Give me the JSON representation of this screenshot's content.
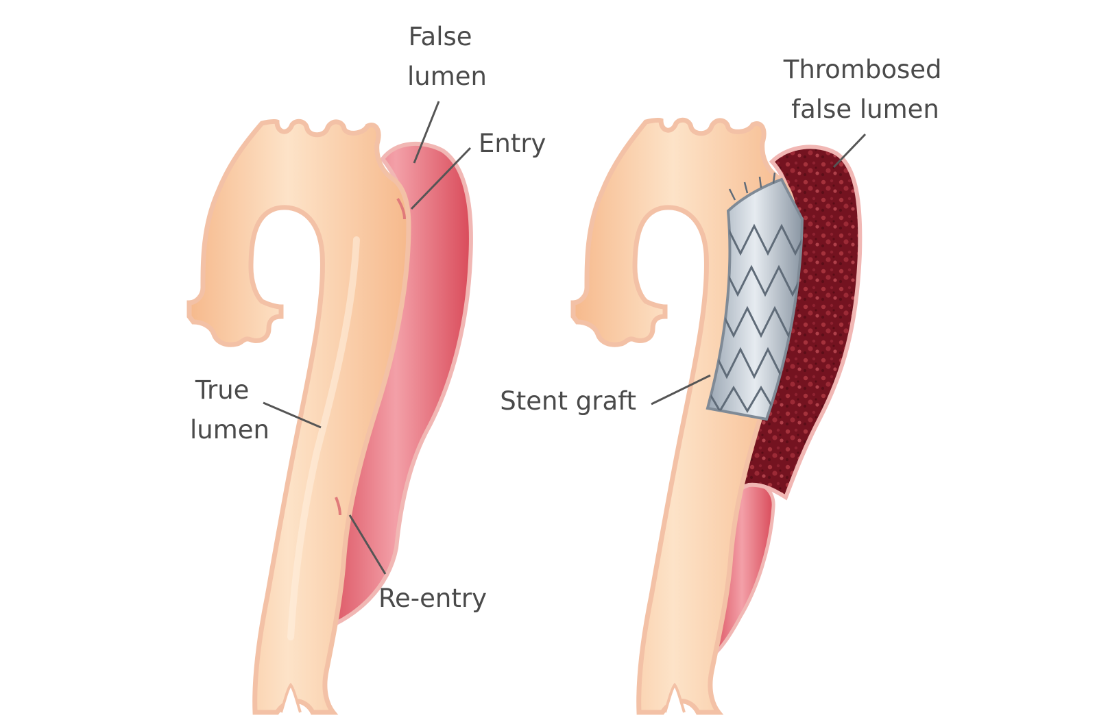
{
  "panels": [
    {
      "id": "dissection",
      "labels": {
        "false_lumen": [
          "False",
          "lumen"
        ],
        "entry": "Entry",
        "true_lumen": [
          "True",
          "lumen"
        ],
        "re_entry": "Re-entry"
      }
    },
    {
      "id": "stent-graft-repair",
      "labels": {
        "thrombosed_false_lumen": [
          "Thrombosed",
          "false lumen"
        ],
        "stent_graft": "Stent graft"
      }
    }
  ],
  "colors": {
    "aorta_fill": "#f9c79a",
    "aorta_highlight": "#fde3c8",
    "aorta_outline": "#f0a98a",
    "false_lumen": "#e0606c",
    "false_lumen_highlight": "#f3a0a8",
    "thrombus": "#7a1420",
    "thrombus_speckle": "#a8343e",
    "stent_fill": "#c9d2dc",
    "stent_wire": "#6e7a86",
    "leader_line": "#555555",
    "text": "#4a4a4a"
  }
}
